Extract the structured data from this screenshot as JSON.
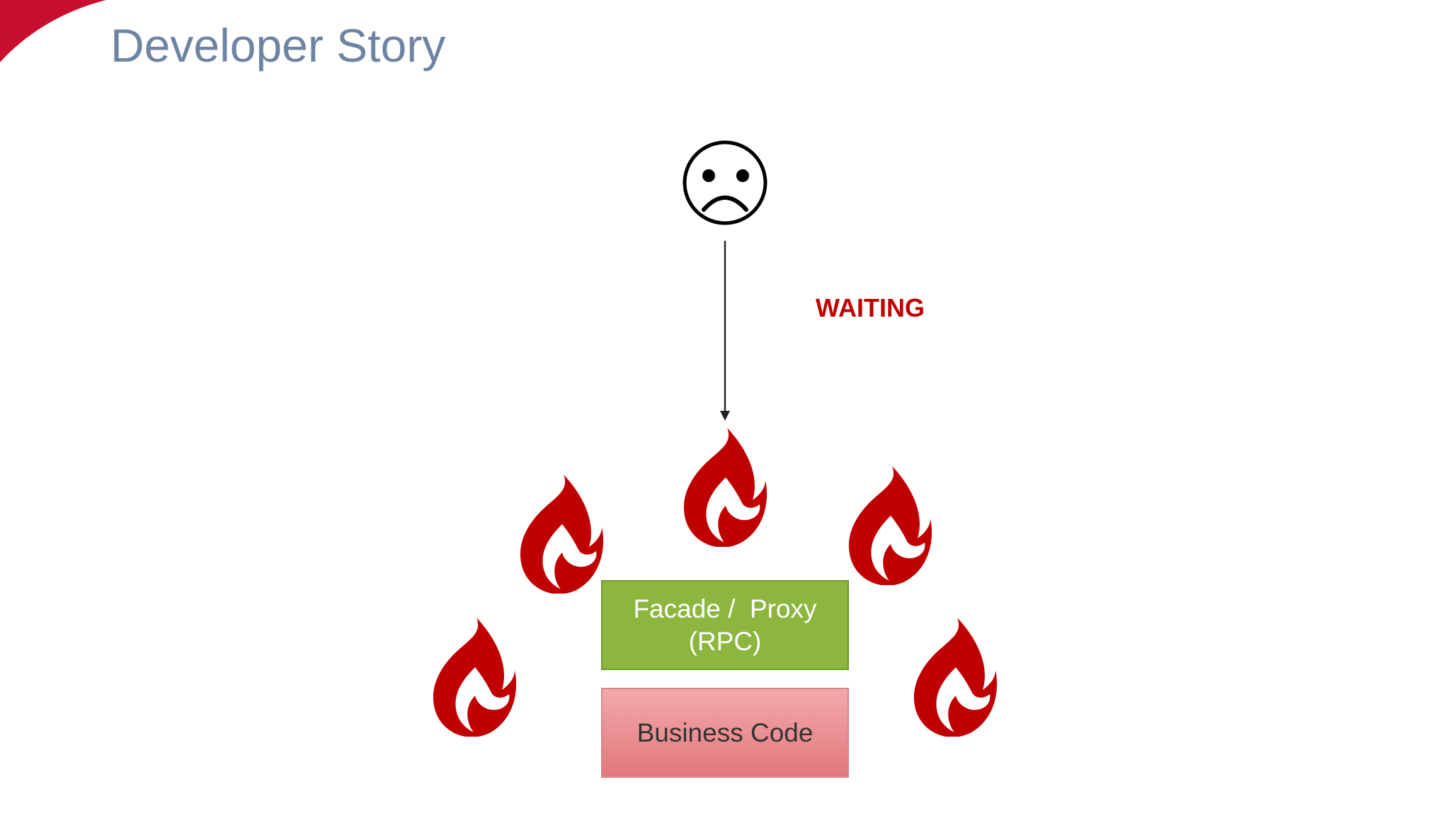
{
  "slide": {
    "title": "Developer Story",
    "accent_color": "#c8102e",
    "title_color": "#6e84a3"
  },
  "diagram": {
    "status_label": "WAITING",
    "status_color": "#c00000",
    "user_icon": "sad-face-icon",
    "flame_icon": "flame-icon",
    "flame_color": "#c00000",
    "facade_box": {
      "line1": "Facade /  Proxy",
      "line2": "(RPC)",
      "color": "#8cb63e"
    },
    "business_box": {
      "label": "Business Code",
      "color": "#e8898d"
    }
  }
}
